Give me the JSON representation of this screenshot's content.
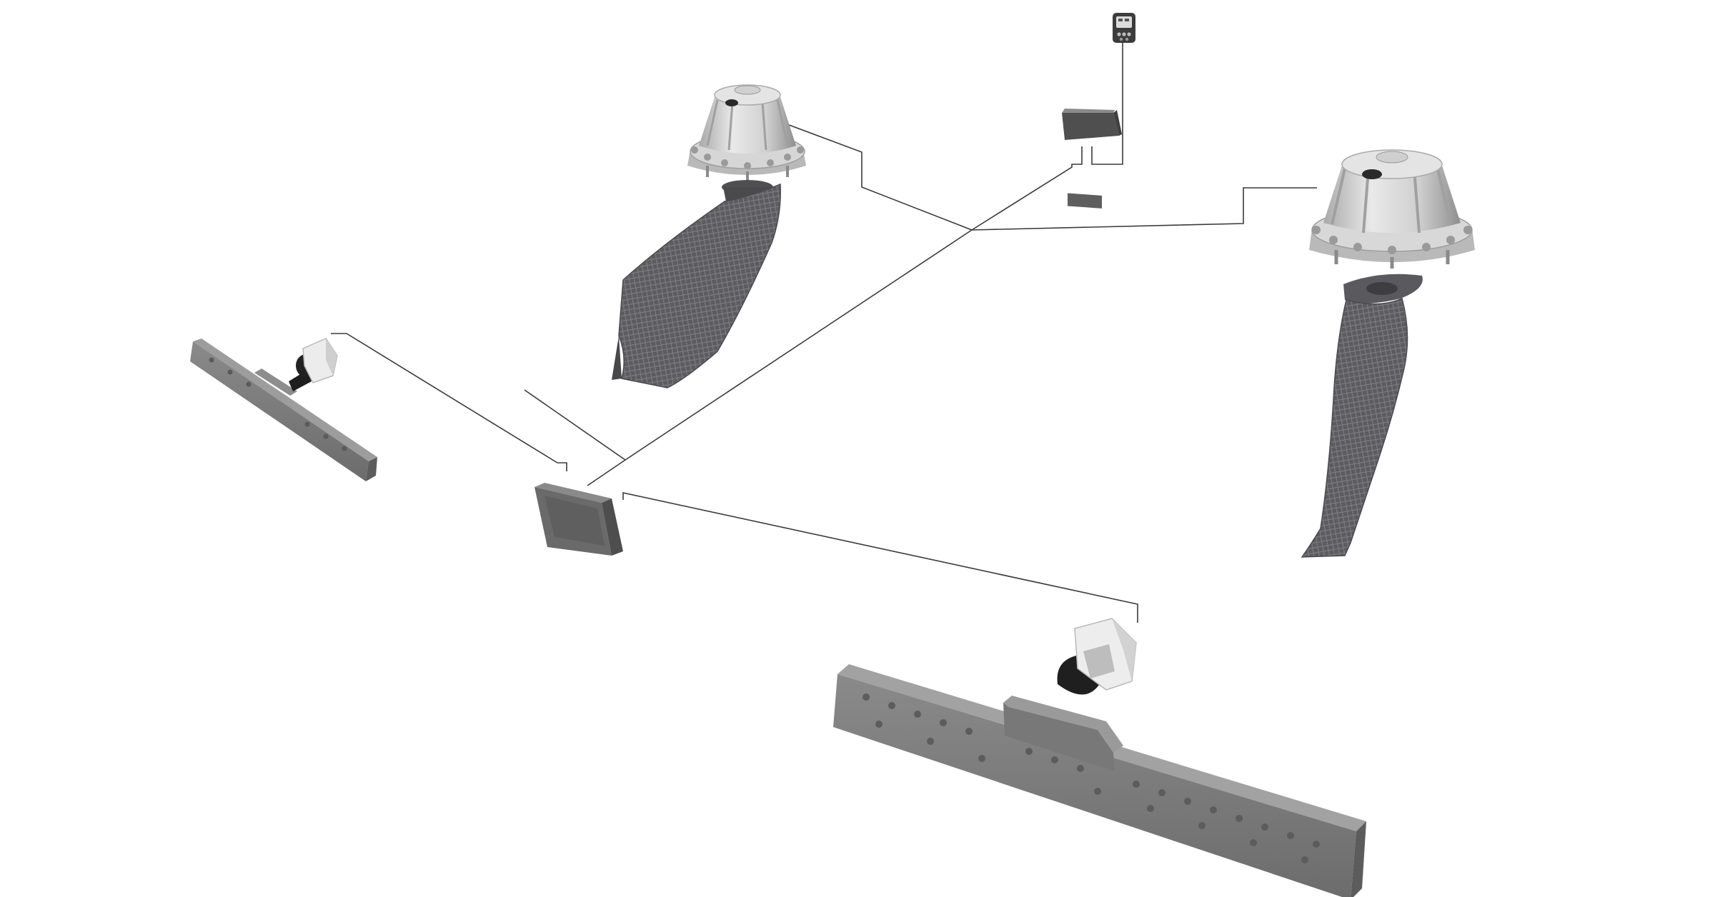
{
  "diagram": {
    "components": [
      {
        "id": "control-display",
        "icon": "control-display-icon"
      },
      {
        "id": "hub-module-upper",
        "icon": "hub-module-icon"
      },
      {
        "id": "stabilizer-actuator-port",
        "icon": "stabilizer-actuator-icon"
      },
      {
        "id": "stabilizer-fin-port",
        "icon": "stabilizer-fin-icon"
      },
      {
        "id": "stabilizer-actuator-starboard",
        "icon": "stabilizer-actuator-icon"
      },
      {
        "id": "stabilizer-fin-starboard",
        "icon": "stabilizer-fin-icon"
      },
      {
        "id": "trim-tab-port",
        "icon": "trim-tab-icon"
      },
      {
        "id": "hub-module-lower",
        "icon": "hub-module-icon"
      },
      {
        "id": "trim-tab-starboard",
        "icon": "trim-tab-icon"
      }
    ],
    "brand_marking": "",
    "colors": {
      "wire": "#3a3a3a",
      "aluminium_light": "#e6e6e6",
      "aluminium_mid": "#c2c2c2",
      "aluminium_dark": "#8e8e8e",
      "fin_carbon": "#5c5c60",
      "fin_carbon_light": "#7b7b80",
      "trim_tab": "#7a7a7a",
      "trim_tab_top": "#9a9a9a",
      "module_body": "#6a6a6a",
      "actuator_light": "#eeeeee",
      "actuator_dark": "#222222"
    }
  }
}
